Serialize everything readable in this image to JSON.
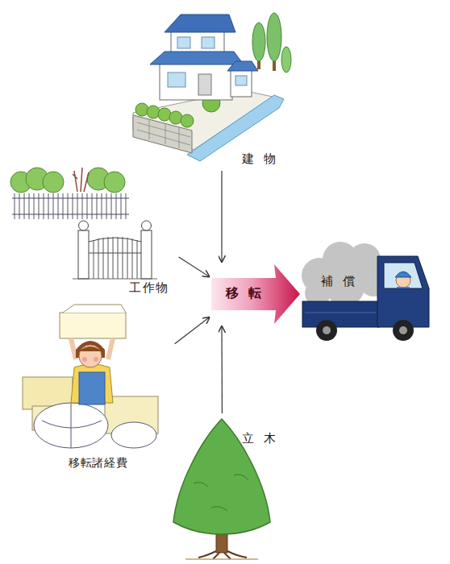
{
  "diagram": {
    "nodes": [
      {
        "text": [
          "建物"
        ]
      },
      {
        "text": [
          "工作物"
        ]
      },
      {
        "text": [
          "移転"
        ]
      },
      {
        "text": [
          "補償"
        ]
      },
      {
        "text": [
          "移転諸経費"
        ]
      },
      {
        "text": [
          "立木"
        ]
      }
    ],
    "edges": [
      {
        "from": 0,
        "to": 2,
        "arrow": "to"
      },
      {
        "from": 1,
        "to": 2,
        "arrow": "to"
      },
      {
        "from": 4,
        "to": 2,
        "arrow": "to"
      },
      {
        "from": 5,
        "to": 2,
        "arrow": "to"
      }
    ]
  }
}
